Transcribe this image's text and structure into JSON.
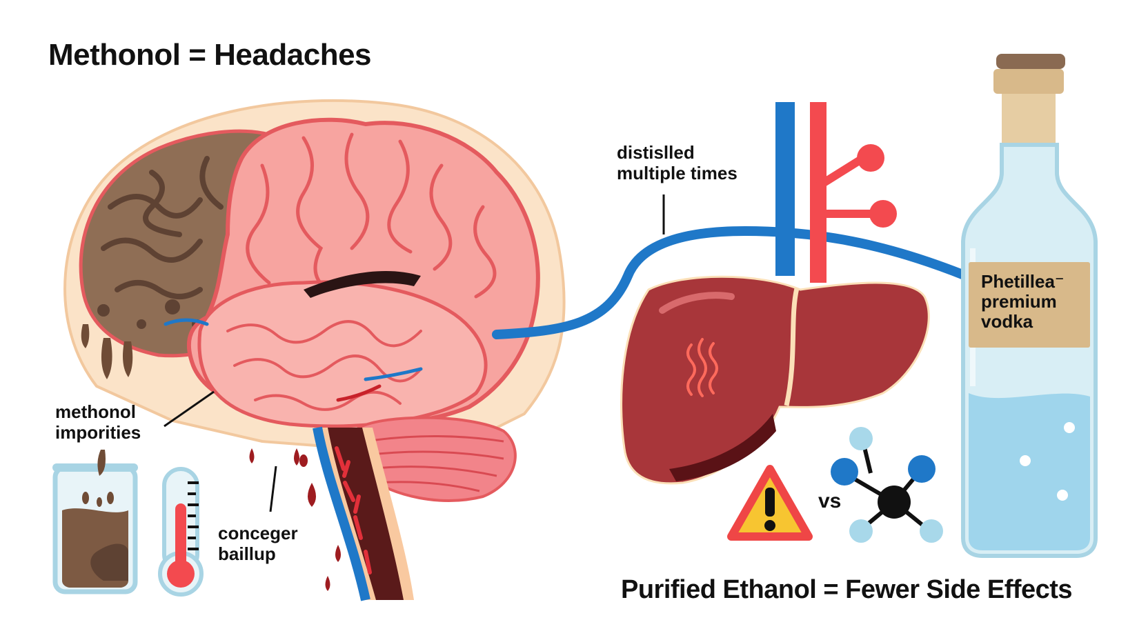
{
  "title": "Methonol = Headaches",
  "bottom_caption": "Purified Ethanol = Fewer Side Effects",
  "labels": {
    "distilled": [
      "distislled",
      "multiple times"
    ],
    "methonol": [
      "methonol",
      "imporities"
    ],
    "congener": [
      "conceger",
      "baillup"
    ],
    "vs": "vs",
    "bottle": [
      "Phetillea⁻",
      "premium",
      "vodka"
    ]
  },
  "colors": {
    "brain_pink": "#f7a4a0",
    "brain_outline": "#e45a5e",
    "brain_brown": "#8f6e55",
    "skull": "#fbe3c8",
    "vessel_blue": "#1f78c8",
    "vessel_red": "#f34a4f",
    "liver": "#a8363a",
    "bottle_glass": "#d8eef5",
    "bottle_liquid": "#9fd5ec",
    "label_tan": "#d8b98a",
    "warning_yellow": "#f7c531",
    "warning_red": "#ef4646"
  },
  "icons": [
    "brain-icon",
    "liver-icon",
    "bottle-icon",
    "beaker-icon",
    "thermometer-icon",
    "warning-icon",
    "molecule-icon"
  ]
}
